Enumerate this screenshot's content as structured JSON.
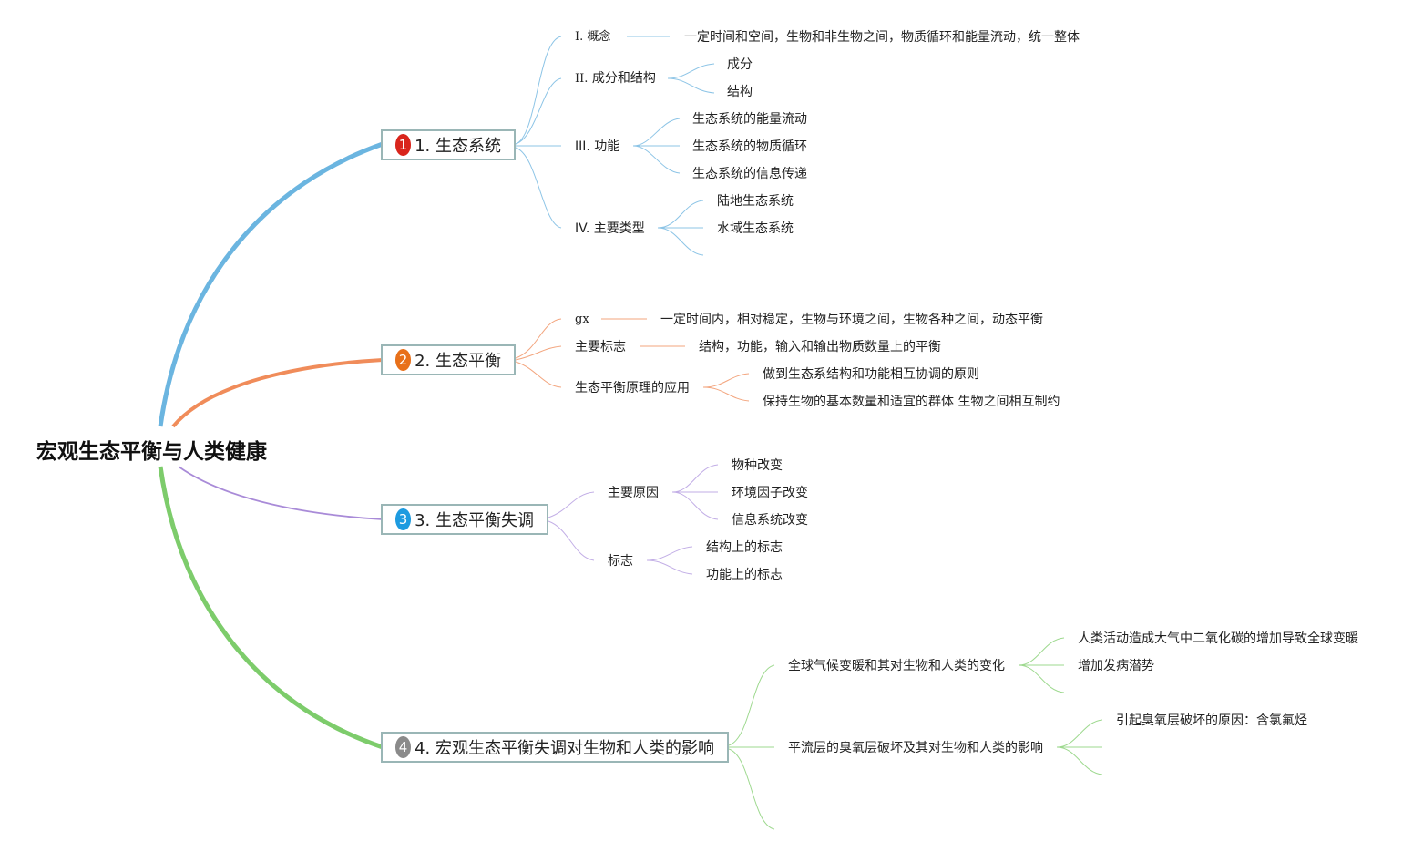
{
  "root": {
    "title": "宏观生态平衡与人类健康"
  },
  "colors": {
    "b1": "#6bb5e0",
    "b2": "#f08c5a",
    "b3": "#a98bd8",
    "b4": "#7dcc6b",
    "badge1": "#d9251c",
    "badge2": "#e8701a",
    "badge3": "#1d9be0",
    "badge4": "#8a8a8a"
  },
  "branches": [
    {
      "badge": "1",
      "label": "1. 生态系统",
      "children": [
        {
          "label": "I. 概念",
          "children": [
            {
              "label": "一定时间和空间，生物和非生物之间，物质循环和能量流动，统一整体"
            }
          ]
        },
        {
          "label": "II. 成分和结构",
          "children": [
            {
              "label": "成分"
            },
            {
              "label": "结构"
            }
          ]
        },
        {
          "label": "III. 功能",
          "children": [
            {
              "label": "生态系统的能量流动"
            },
            {
              "label": "生态系统的物质循环"
            },
            {
              "label": "生态系统的信息传递"
            }
          ]
        },
        {
          "label": "IV. 主要类型",
          "children": [
            {
              "label": "陆地生态系统"
            },
            {
              "label": "水域生态系统"
            }
          ]
        }
      ]
    },
    {
      "badge": "2",
      "label": "2. 生态平衡",
      "children": [
        {
          "label": "gx",
          "children": [
            {
              "label": "一定时间内，相对稳定，生物与环境之间，生物各种之间，动态平衡"
            }
          ]
        },
        {
          "label": "主要标志",
          "children": [
            {
              "label": "结构，功能，输入和输出物质数量上的平衡"
            }
          ]
        },
        {
          "label": "生态平衡原理的应用",
          "children": [
            {
              "label": "做到生态系结构和功能相互协调的原则"
            },
            {
              "label": "保持生物的基本数量和适宜的群体 生物之间相互制约"
            }
          ]
        }
      ]
    },
    {
      "badge": "3",
      "label": "3. 生态平衡失调",
      "children": [
        {
          "label": "主要原因",
          "children": [
            {
              "label": "物种改变"
            },
            {
              "label": "环境因子改变"
            },
            {
              "label": "信息系统改变"
            }
          ]
        },
        {
          "label": "标志",
          "children": [
            {
              "label": "结构上的标志"
            },
            {
              "label": "功能上的标志"
            }
          ]
        }
      ]
    },
    {
      "badge": "4",
      "label": "4. 宏观生态平衡失调对生物和人类的影响",
      "children": [
        {
          "label": "全球气候变暖和其对生物和人类的变化",
          "children": [
            {
              "label": "人类活动造成大气中二氧化碳的增加导致全球变暖"
            },
            {
              "label": "增加发病潜势"
            }
          ]
        },
        {
          "label": "平流层的臭氧层破坏及其对生物和人类的影响",
          "children": [
            {
              "label": "引起臭氧层破坏的原因：含氯氟烃"
            }
          ]
        }
      ]
    }
  ]
}
